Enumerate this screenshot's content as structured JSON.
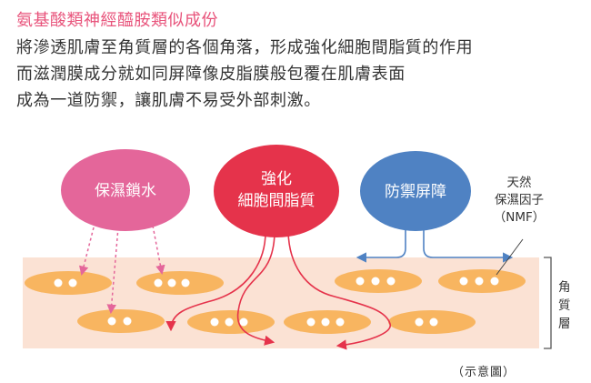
{
  "title": "氨基酸類神經醯胺類似成份",
  "description": [
    "將滲透肌膚至角質層的各個角落，形成強化細胞間脂質的作用",
    "而滋潤膜成分就如同屏障像皮脂膜般包覆在肌膚表面",
    "成為一道防禦，讓肌膚不易受外部刺激。"
  ],
  "bubbles": {
    "moisture": {
      "label": "保濕鎖水",
      "color": "#e4669a"
    },
    "lipid": {
      "line1": "強化",
      "line2": "細胞間脂質",
      "color": "#e5334b"
    },
    "barrier": {
      "label": "防禦屏障",
      "color": "#4f82c3"
    }
  },
  "nmf_label": [
    "天然",
    "保濕因子",
    "（NMF）"
  ],
  "stratum_label": [
    "角",
    "質",
    "層"
  ],
  "caption": "（示意圖）",
  "colors": {
    "layer_fill": "#fbe2d4",
    "cell_fill": "#f8b560",
    "arrow_red": "#e5334b",
    "arrow_pink": "#e4669a",
    "arrow_blue": "#4f82c3"
  }
}
